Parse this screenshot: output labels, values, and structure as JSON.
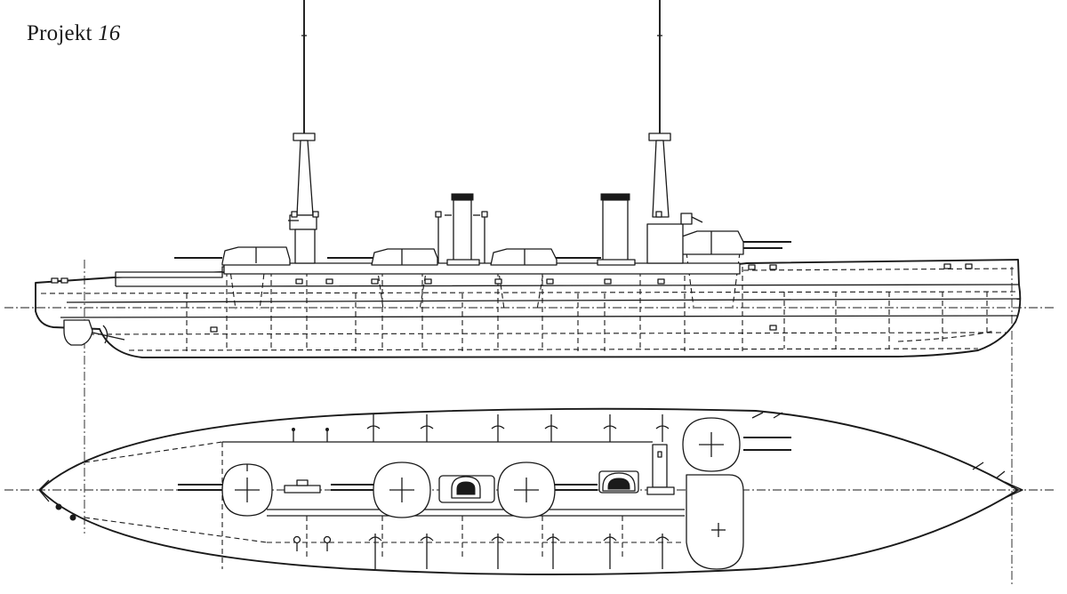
{
  "title": {
    "prefix": "Projekt",
    "number": "16"
  },
  "views": {
    "profile": "side-elevation",
    "plan": "deck-plan"
  }
}
